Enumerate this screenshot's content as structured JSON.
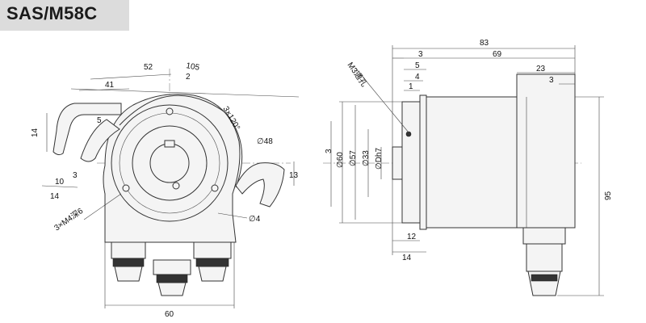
{
  "title": "SAS/M58C",
  "left_view": {
    "dim_105": "105",
    "dim_52": "52",
    "dim_2": "2",
    "dim_41": "41",
    "dim_5": "5",
    "dim_14_top": "14",
    "dim_10": "10",
    "dim_3": "3",
    "dim_14_bottom": "14",
    "dim_3x120": "3×120°",
    "dim_phi48": "∅48",
    "dim_13": "13",
    "dim_phi4": "∅4",
    "dim_3m4": "3×M4深6",
    "dim_60": "60"
  },
  "right_view": {
    "dim_83": "83",
    "dim_3_top": "3",
    "dim_69": "69",
    "dim_5": "5",
    "dim_4": "4",
    "dim_1": "1",
    "dim_23": "23",
    "dim_3_right": "3",
    "label_m3": "M3通孔",
    "dim_3_left": "3",
    "dim_phi60": "∅60",
    "dim_phi57": "∅57",
    "dim_phi33": "∅33",
    "dim_phiDh7": "∅Dh7",
    "dim_95": "95",
    "dim_12": "12",
    "dim_14": "14"
  }
}
